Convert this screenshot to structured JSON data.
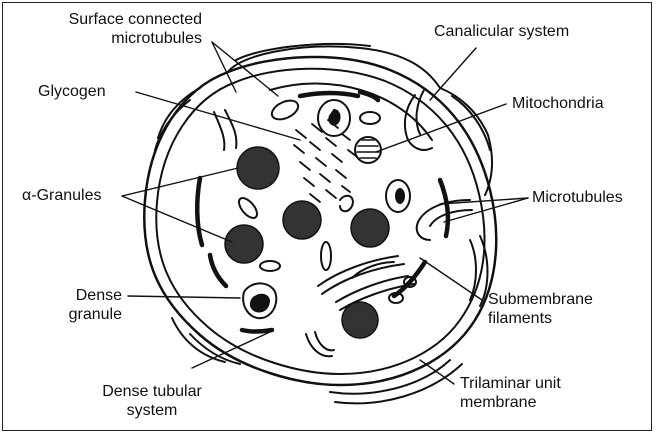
{
  "labels": {
    "surface_connected": [
      "Surface connected",
      "microtubules"
    ],
    "glycogen": "Glycogen",
    "alpha_granules": "α-Granules",
    "dense_granule": [
      "Dense",
      "granule"
    ],
    "dense_tubular": [
      "Dense tubular",
      "system"
    ],
    "canalicular": "Canalicular system",
    "mitochondria": "Mitochondria",
    "microtubules": "Microtubules",
    "submembrane": [
      "Submembrane",
      "filaments"
    ],
    "trilaminar": [
      "Trilaminar unit",
      "membrane"
    ]
  },
  "colors": {
    "ink": "#111111",
    "granule_fill": "#333333",
    "background": "#ffffff"
  }
}
